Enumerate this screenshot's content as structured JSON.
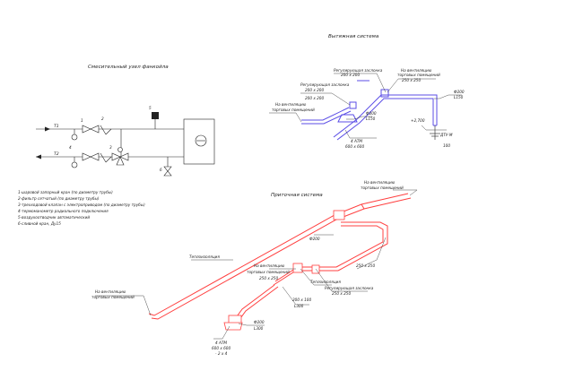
{
  "fancoil": {
    "title": "Смесительный узел фанкойла",
    "labels": {
      "t1": "Т1",
      "t2": "Т2",
      "n1": "1",
      "n2": "2",
      "n3": "3",
      "n4": "4",
      "n5": "5",
      "n6": "6"
    },
    "legend": [
      "1-шаровой запорный кран (по диаметру трубы)",
      "2-фильтр сетчатый (по диаметру трубы)",
      "3-трехходовой клапан с электроприводом (по диаметру трубы)",
      "4-термоманометр радиального подключения",
      "5-воздухоотводчик автоматический",
      "6-сливной кран, Ду15"
    ]
  },
  "exhaust": {
    "title": "Вытяжная система",
    "labels": {
      "damper_top": "Регулирующая заслонка",
      "damper_top_size": "200 x 200",
      "vent_right": "На вентиляцию",
      "vent_right_2": "торговых помещений",
      "vent_right_size": "250 x 250",
      "damper_left": "Регулирующая заслонка",
      "damper_left_size1": "200 x 200",
      "damper_left_size2": "200 x 200",
      "vent_left": "На вентиляцию",
      "vent_left_2": "торговых помещений",
      "d200_a": "Ф200",
      "l150_a": "L150",
      "d200_b": "Ф200",
      "l150_b": "L150",
      "level": "+2,700",
      "atm": "4 АТМ",
      "atm_size": "600 x 600",
      "dtu": "ДТУ-М",
      "dtu_val": "100"
    }
  },
  "supply": {
    "title": "Приточная система",
    "labels": {
      "vent_top": "На вентиляцию",
      "vent_top_2": "торговых помещений",
      "d200": "Ф200",
      "insul_top": "Теплоизоляция",
      "s250": "250 x 250",
      "vent_mid": "На вентиляцию",
      "vent_mid_2": "торговых помещений",
      "vent_mid_size": "250 x 250",
      "insul_mid": "Теплоизоляция",
      "damper": "Регулирующая заслонка",
      "damper_size": "250 x 250",
      "s200": "200 x 100",
      "l300": "L300",
      "vent_left": "На вентиляцию",
      "vent_left_2": "торговых помещений",
      "d200_b": "Ф200",
      "l300_b": "L300",
      "atm": "4 АТМ",
      "atm_size": "600 x 600",
      "atm_extra": "- 2 x 4"
    }
  }
}
